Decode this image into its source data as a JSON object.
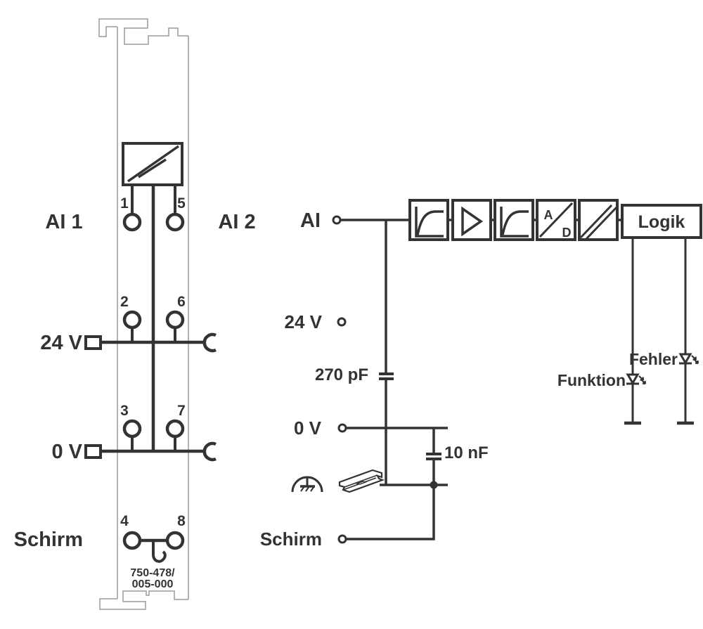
{
  "colors": {
    "stroke": "#333333",
    "module_outline": "#9a9a9a",
    "background": "#ffffff"
  },
  "module": {
    "channel1_label": "AI 1",
    "channel2_label": "AI 2",
    "power_label": "24 V",
    "zero_volt_label": "0 V",
    "shield_label": "Schirm",
    "terminals": [
      "1",
      "2",
      "3",
      "4",
      "5",
      "6",
      "7",
      "8"
    ],
    "part_number_line1": "750-478/",
    "part_number_line2": "005-000"
  },
  "diagram": {
    "input_label": "AI",
    "power_label": "24 V",
    "capacitor1_value": "270 pF",
    "zero_volt_label": "0 V",
    "capacitor2_value": "10 nF",
    "shield_label": "Schirm",
    "logic_block_label": "Logik",
    "error_led_label": "Fehler",
    "function_led_label": "Funktion",
    "ad_converter_letter_a": "A",
    "ad_converter_letter_d": "D"
  }
}
